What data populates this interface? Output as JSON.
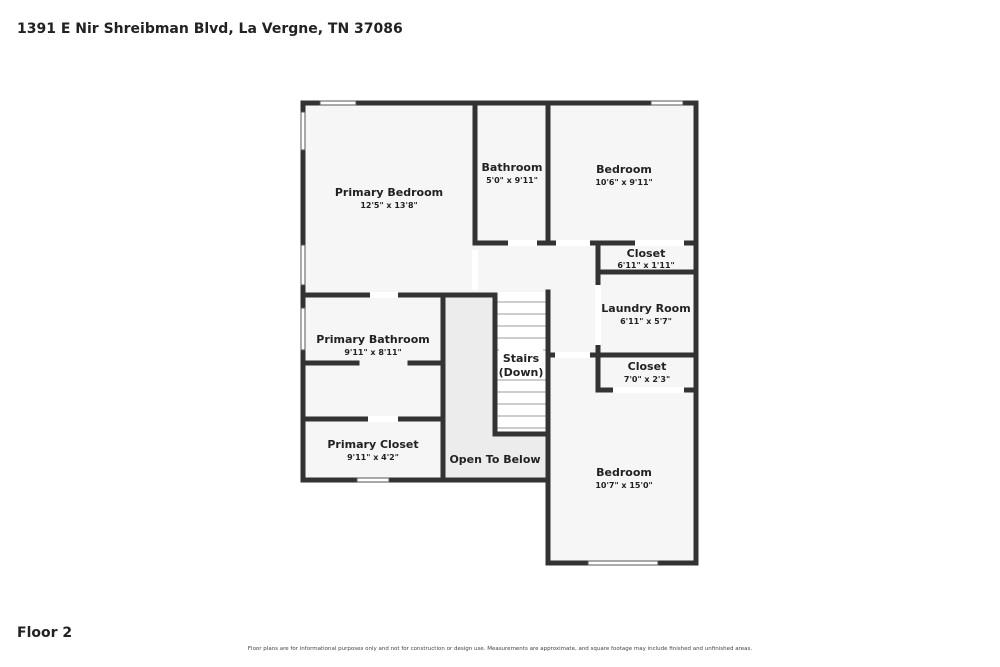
{
  "header": {
    "address": "1391 E Nir Shreibman Blvd, La Vergne, TN 37086"
  },
  "footer": {
    "floor_label": "Floor 2",
    "disclaimer": "Floor plans are for informational purposes only and not for construction or design use. Measurements are approximate, and square footage may include finished and unfinished areas."
  },
  "rooms": {
    "primary_bedroom": {
      "name": "Primary Bedroom",
      "dim": "12'5\" x 13'8\""
    },
    "bathroom": {
      "name": "Bathroom",
      "dim": "5'0\" x 9'11\""
    },
    "bedroom_1": {
      "name": "Bedroom",
      "dim": "10'6\" x 9'11\""
    },
    "closet_1": {
      "name": "Closet",
      "dim": "6'11\" x 1'11\""
    },
    "laundry": {
      "name": "Laundry Room",
      "dim": "6'11\" x 5'7\""
    },
    "closet_2": {
      "name": "Closet",
      "dim": "7'0\" x 2'3\""
    },
    "primary_bathroom": {
      "name": "Primary Bathroom",
      "dim": "9'11\" x 8'11\""
    },
    "primary_closet": {
      "name": "Primary Closet",
      "dim": "9'11\" x 4'2\""
    },
    "stairs": {
      "name_line1": "Stairs",
      "name_line2": "(Down)"
    },
    "open_to_below": {
      "name": "Open To Below"
    },
    "bedroom_2": {
      "name": "Bedroom",
      "dim": "10'7\" x 15'0\""
    }
  }
}
